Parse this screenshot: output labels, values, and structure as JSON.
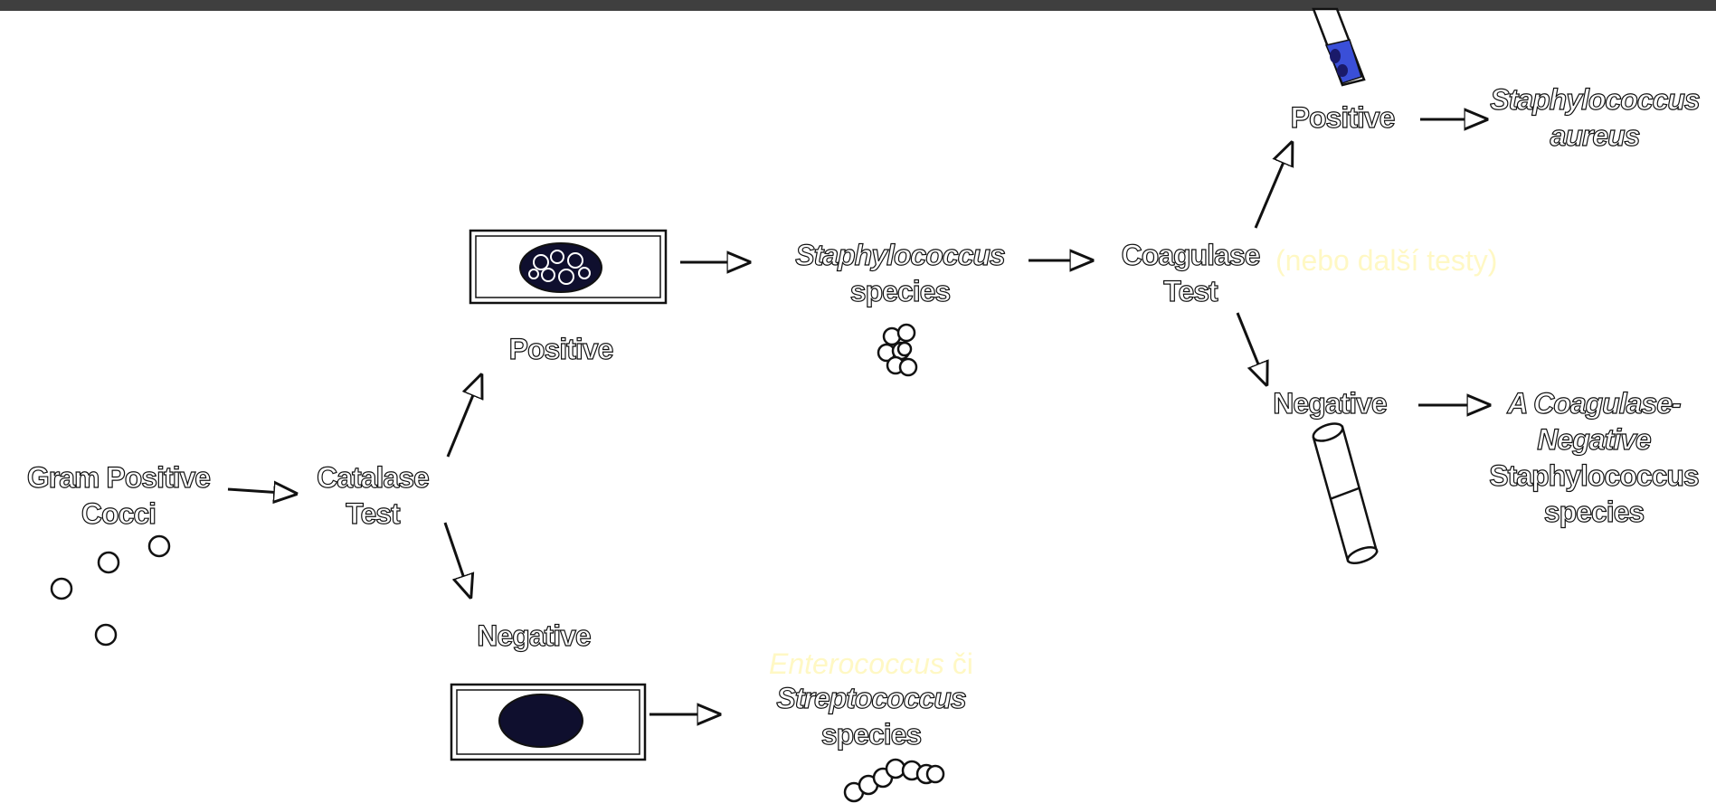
{
  "nodes": {
    "gram_positive_cocci": [
      "Gram Positive",
      "Cocci"
    ],
    "catalase_test": [
      "Catalase",
      "Test"
    ],
    "catalase_positive": "Positive",
    "catalase_negative": "Negative",
    "staph_species": [
      "Staphylococcus",
      "species"
    ],
    "coagulase_test": [
      "Coagulase",
      "Test"
    ],
    "coagulase_positive": "Positive",
    "coagulase_negative": "Negative",
    "staph_aureus": [
      "Staphylococcus",
      "aureus"
    ],
    "coag_neg_staph": [
      "A Coagulase-",
      "Negative",
      "Staphylococcus",
      "species"
    ],
    "strep_species": [
      "Streptococcus",
      "species"
    ]
  },
  "notes": {
    "other_tests": "(nebo další testy)",
    "enterococcus": "Enterococcus",
    "enterococcus_or": " či"
  },
  "colors": {
    "outline": "#111111",
    "note": "#fff8c4",
    "slide_fill": "#0f0f2e",
    "tube_liquid": "#3a4fd8",
    "top_bar": "#3f3f3f"
  }
}
